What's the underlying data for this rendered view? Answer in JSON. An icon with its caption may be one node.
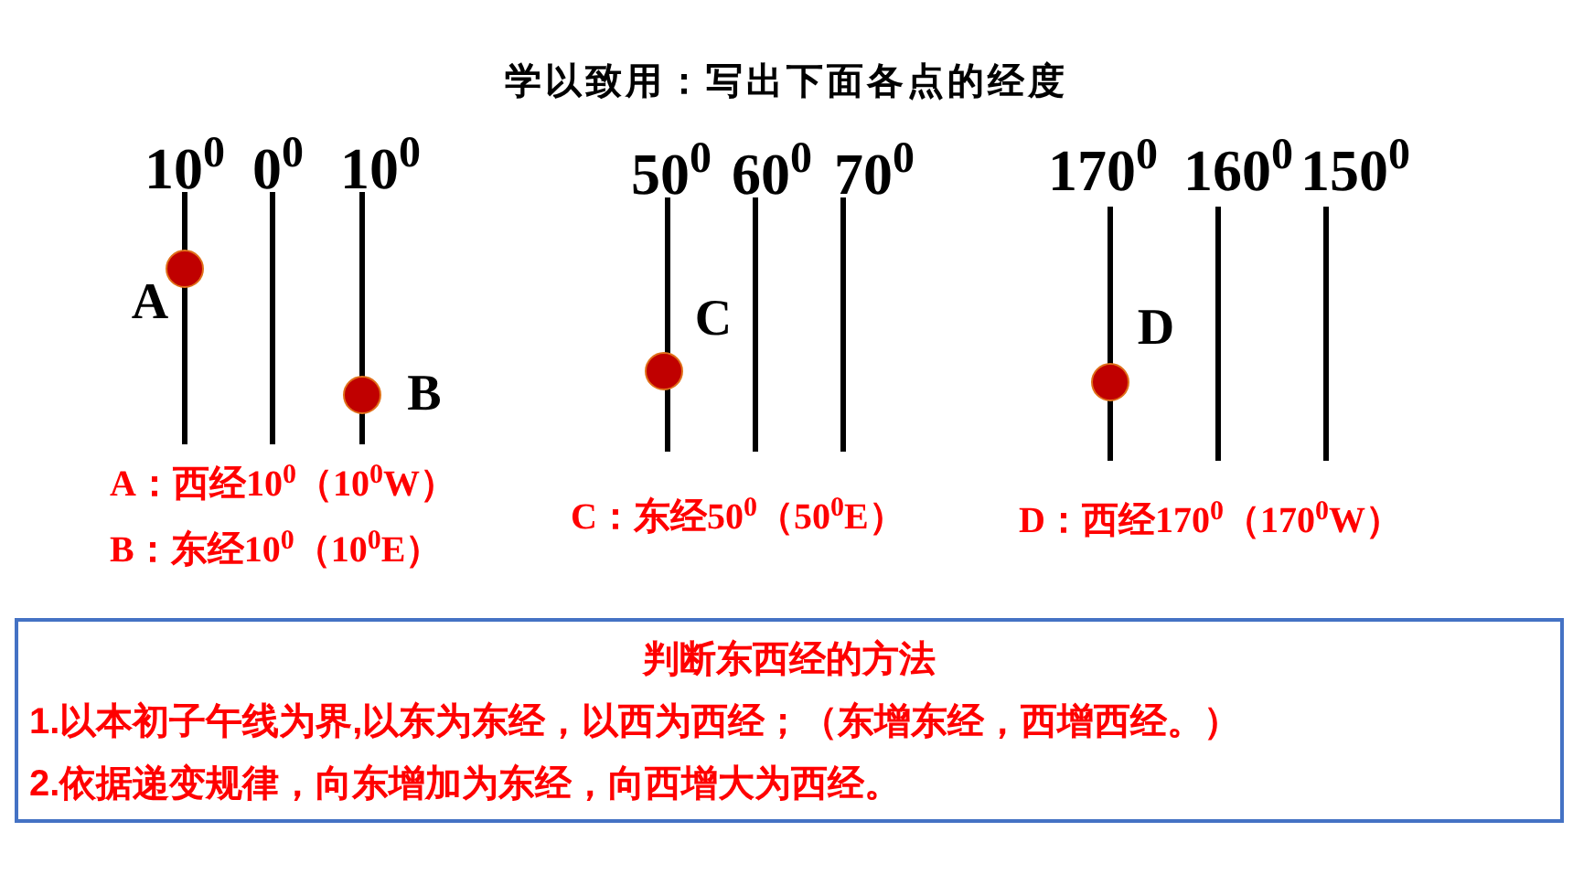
{
  "diagram": {
    "title": "学以致用：写出下面各点的经度",
    "nodes": [
      {
        "text": [
          "判断东西经的方法",
          "1.以本初子午线为界,以东为东经，以西为西经；（东增东经，西增西经。）",
          "2.依据递变规律，向东增加为东经，向西增大为西经。"
        ]
      }
    ],
    "labels": [
      "10$^{0}$",
      "0$^{0}$",
      "10$^{0}$",
      "50$^{0}$",
      "60$^{0}$",
      "70$^{0}$",
      "170$^{0}$",
      "160$^{0}$",
      "150$^{0}$",
      "A",
      "C",
      "D",
      "B",
      "A：西经10$^{0}$（10$^{0}$W）",
      "C：东经50$^{0}$（50$^{0}$E）",
      "D：西经170$^{0}$（170$^{0}$W）",
      "B：东经10$^{0}$（10$^{0}$E）"
    ]
  }
}
